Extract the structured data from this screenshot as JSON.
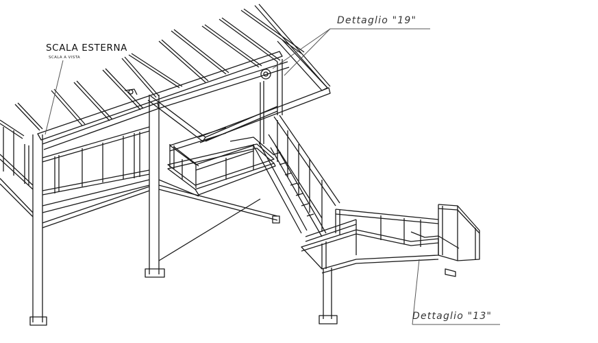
{
  "drawing": {
    "title": "SCALA ESTERNA",
    "subtitle": "SCALA A VISTA",
    "callouts": [
      {
        "label": "Dettaglio \"19\""
      },
      {
        "label": "Dettaglio \"13\""
      }
    ],
    "colors": {
      "line": "#1a1a1a",
      "callout_line": "#555555",
      "background": "#ffffff"
    }
  }
}
